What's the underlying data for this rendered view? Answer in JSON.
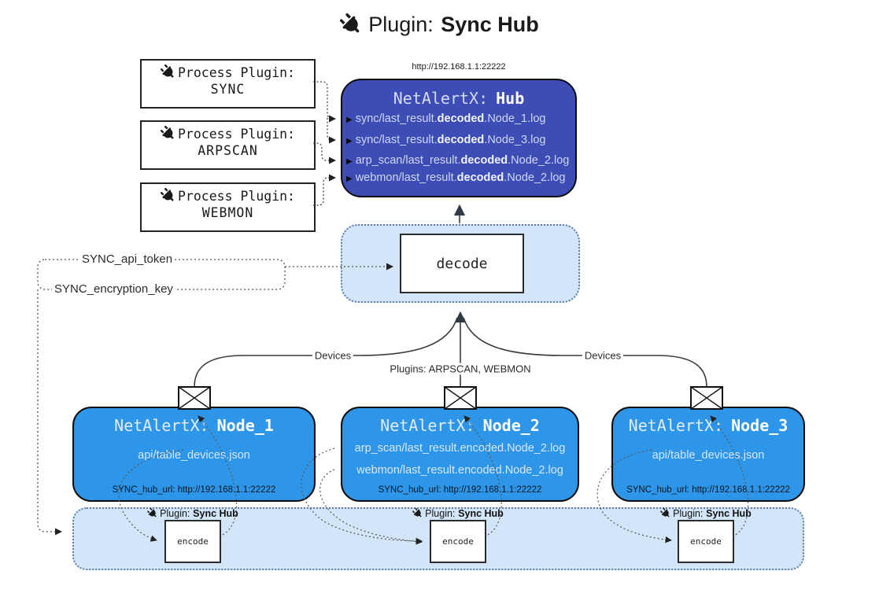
{
  "title": {
    "prefix": "Plugin:",
    "bold": "Sync Hub"
  },
  "icons": {
    "plug_icon": "plug",
    "envelope_icon": "envelope",
    "line_arrow_icon": "▶"
  },
  "colors": {
    "hub_bg": "#3e4cb5",
    "node_bg": "#2e96e8",
    "panel_bg": "#d3e5f8",
    "panel_border": "#5c7fa3",
    "box_border": "#111111",
    "light_text": "#d7e7f8"
  },
  "process_plugins": [
    {
      "label": "Process Plugin:",
      "name": "SYNC"
    },
    {
      "label": "Process Plugin:",
      "name": "ARPSCAN"
    },
    {
      "label": "Process Plugin:",
      "name": "WEBMON"
    }
  ],
  "hub": {
    "url": "http://192.168.1.1:22222",
    "title_prefix": "NetAlertX:",
    "title_bold": "Hub",
    "lines": [
      {
        "pre": "sync/last_result.",
        "bold": "decoded",
        "post": ".Node_1.log"
      },
      {
        "pre": "sync/last_result.",
        "bold": "decoded",
        "post": ".Node_3.log"
      },
      {
        "pre": "arp_scan/last_result.",
        "bold": "decoded",
        "post": ".Node_2.log"
      },
      {
        "pre": "webmon/last_result.",
        "bold": "decoded",
        "post": ".Node_2.log"
      }
    ]
  },
  "decode": {
    "label": "decode"
  },
  "keys": {
    "api_token": "SYNC_api_token",
    "encryption_key": "SYNC_encryption_key"
  },
  "edges": {
    "devices_left": "Devices",
    "devices_right": "Devices",
    "plugins_mid": "Plugins: ARPSCAN, WEBMON"
  },
  "nodes": [
    {
      "title_prefix": "NetAlertX:",
      "title_bold": "Node_1",
      "files": [
        "api/table_devices.json"
      ],
      "hub_url": "SYNC_hub_url: http://192.168.1.1:22222"
    },
    {
      "title_prefix": "NetAlertX:",
      "title_bold": "Node_2",
      "files": [
        "arp_scan/last_result.encoded.Node_2.log",
        "webmon/last_result.encoded.Node_2.log"
      ],
      "hub_url": "SYNC_hub_url: http://192.168.1.1:22222"
    },
    {
      "title_prefix": "NetAlertX:",
      "title_bold": "Node_3",
      "files": [
        "api/table_devices.json"
      ],
      "hub_url": "SYNC_hub_url: http://192.168.1.1:22222"
    }
  ],
  "encoders": [
    {
      "label_prefix": "Plugin:",
      "label_bold": "Sync Hub",
      "box": "encode"
    },
    {
      "label_prefix": "Plugin:",
      "label_bold": "Sync Hub",
      "box": "encode"
    },
    {
      "label_prefix": "Plugin:",
      "label_bold": "Sync Hub",
      "box": "encode"
    }
  ]
}
